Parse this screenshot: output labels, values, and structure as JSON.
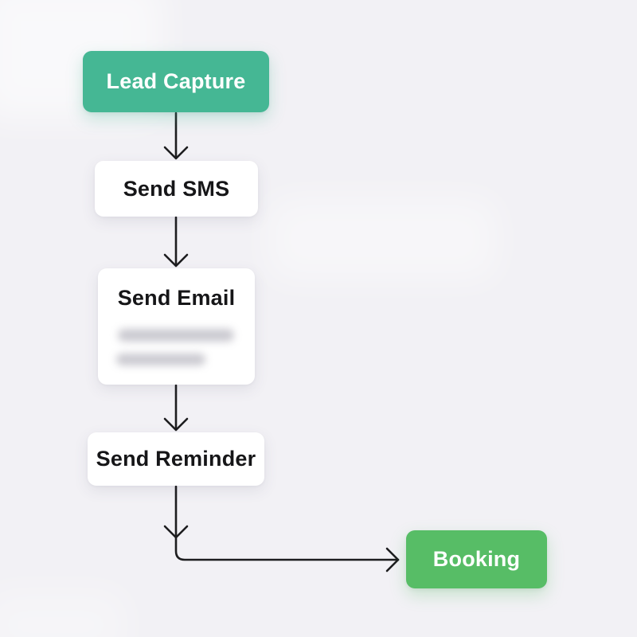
{
  "canvas": {
    "background": "#f2f1f5",
    "connector_color": "#1d1d1f"
  },
  "flowchart": {
    "nodes": [
      {
        "id": "lead-capture",
        "label": "Lead Capture",
        "fill": "#45b794",
        "text_color": "#ffffff",
        "variant": "teal"
      },
      {
        "id": "send-sms",
        "label": "Send SMS",
        "fill": "#ffffff",
        "text_color": "#161618",
        "variant": "white"
      },
      {
        "id": "send-email",
        "label": "Send Email",
        "fill": "#ffffff",
        "text_color": "#161618",
        "variant": "white",
        "detail": {
          "blurred_line_count": 2,
          "legible": false
        }
      },
      {
        "id": "send-reminder",
        "label": "Send Reminder",
        "fill": "#ffffff",
        "text_color": "#161618",
        "variant": "white"
      },
      {
        "id": "booking",
        "label": "Booking",
        "fill": "#57bd66",
        "text_color": "#ffffff",
        "variant": "green"
      }
    ],
    "edges": [
      {
        "from": "lead-capture",
        "to": "send-sms",
        "shape": "straight-down"
      },
      {
        "from": "send-sms",
        "to": "send-email",
        "shape": "straight-down"
      },
      {
        "from": "send-email",
        "to": "send-reminder",
        "shape": "straight-down"
      },
      {
        "from": "send-reminder",
        "to": "booking",
        "shape": "elbow-down-right"
      }
    ]
  }
}
